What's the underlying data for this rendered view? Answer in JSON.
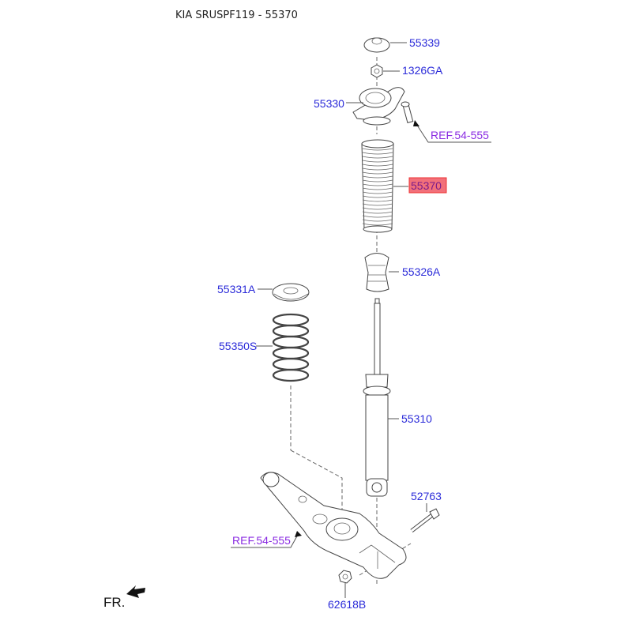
{
  "title": "KIA SRUSPF119 - 55370",
  "highlight_color": "#f2707a",
  "label_color": "#2b2bd9",
  "ref_color": "#8a2be2",
  "labels": {
    "p55339": "55339",
    "p1326GA": "1326GA",
    "p55330": "55330",
    "ref_top": "REF.54-555",
    "p55370": "55370",
    "p55326A": "55326A",
    "p55331A": "55331A",
    "p55350S": "55350S",
    "p55310": "55310",
    "p52763": "52763",
    "ref_bottom": "REF.54-555",
    "p62618B": "62618B"
  },
  "fr_label": "FR."
}
